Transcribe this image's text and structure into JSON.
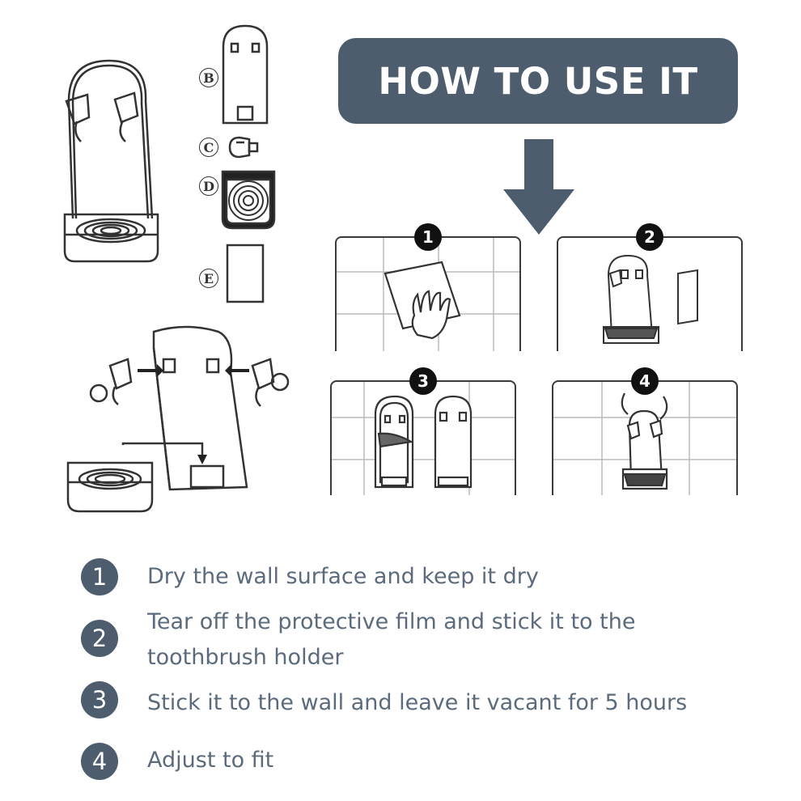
{
  "title": "HOW TO USE IT",
  "colors": {
    "banner": "#4d5d6e",
    "instruction_text": "#5b6b7c",
    "number_circle": "#4d5d6e"
  },
  "parts": {
    "b": "B",
    "c": "C",
    "d": "D",
    "e": "E"
  },
  "steps": [
    {
      "number": "1",
      "text": "Dry the wall surface and keep it dry"
    },
    {
      "number": "2",
      "text": "Tear off the protective film and stick it to the toothbrush holder"
    },
    {
      "number": "3",
      "text": "Stick it to the wall and leave it vacant for 5 hours"
    },
    {
      "number": "4",
      "text": "Adjust to fit"
    }
  ]
}
